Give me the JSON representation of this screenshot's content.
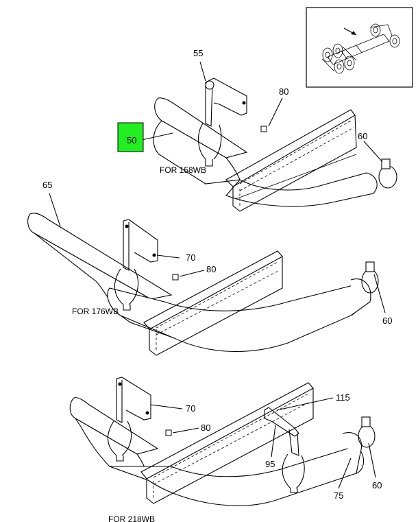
{
  "callouts": {
    "p50": "50",
    "p55": "55",
    "p80a": "80",
    "p60a": "60",
    "p65": "65",
    "p70a": "70",
    "p80b": "80",
    "p60b": "60",
    "p70b": "70",
    "p80c": "80",
    "p115": "115",
    "p95": "95",
    "p60c": "60",
    "p75": "75"
  },
  "captions": {
    "wb158": "FOR 158WB",
    "wb176": "FOR 176WB",
    "wb218": "FOR 218WB"
  },
  "highlight_color": "#22ee22"
}
